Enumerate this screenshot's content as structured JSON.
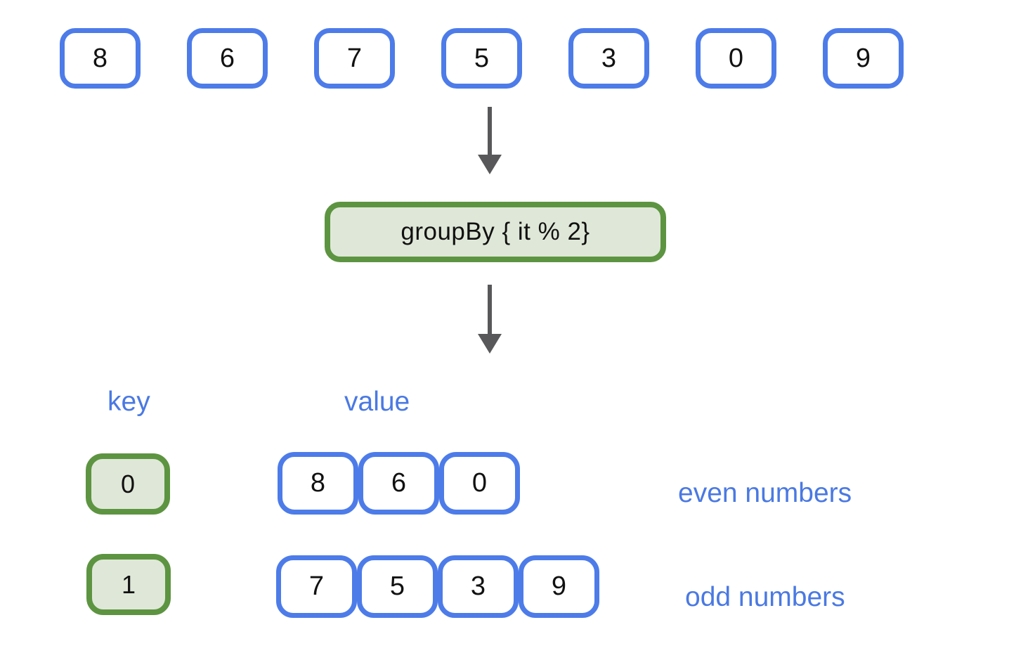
{
  "diagram": {
    "input": [
      "8",
      "6",
      "7",
      "5",
      "3",
      "0",
      "9"
    ],
    "operation": "groupBy { it % 2}",
    "headers": {
      "key": "key",
      "value": "value"
    },
    "groups": [
      {
        "key": "0",
        "values": [
          "8",
          "6",
          "0"
        ],
        "label": "even numbers"
      },
      {
        "key": "1",
        "values": [
          "7",
          "5",
          "3",
          "9"
        ],
        "label": "odd numbers"
      }
    ],
    "colors": {
      "blue_border": "#4D7CE9",
      "blue_label": "#4A79E2",
      "green_border": "#5D9441",
      "green_fill": "#DFE8D8",
      "arrow_gray": "#58585A",
      "number_text": "#111111",
      "background": "#FFFFFF"
    }
  }
}
